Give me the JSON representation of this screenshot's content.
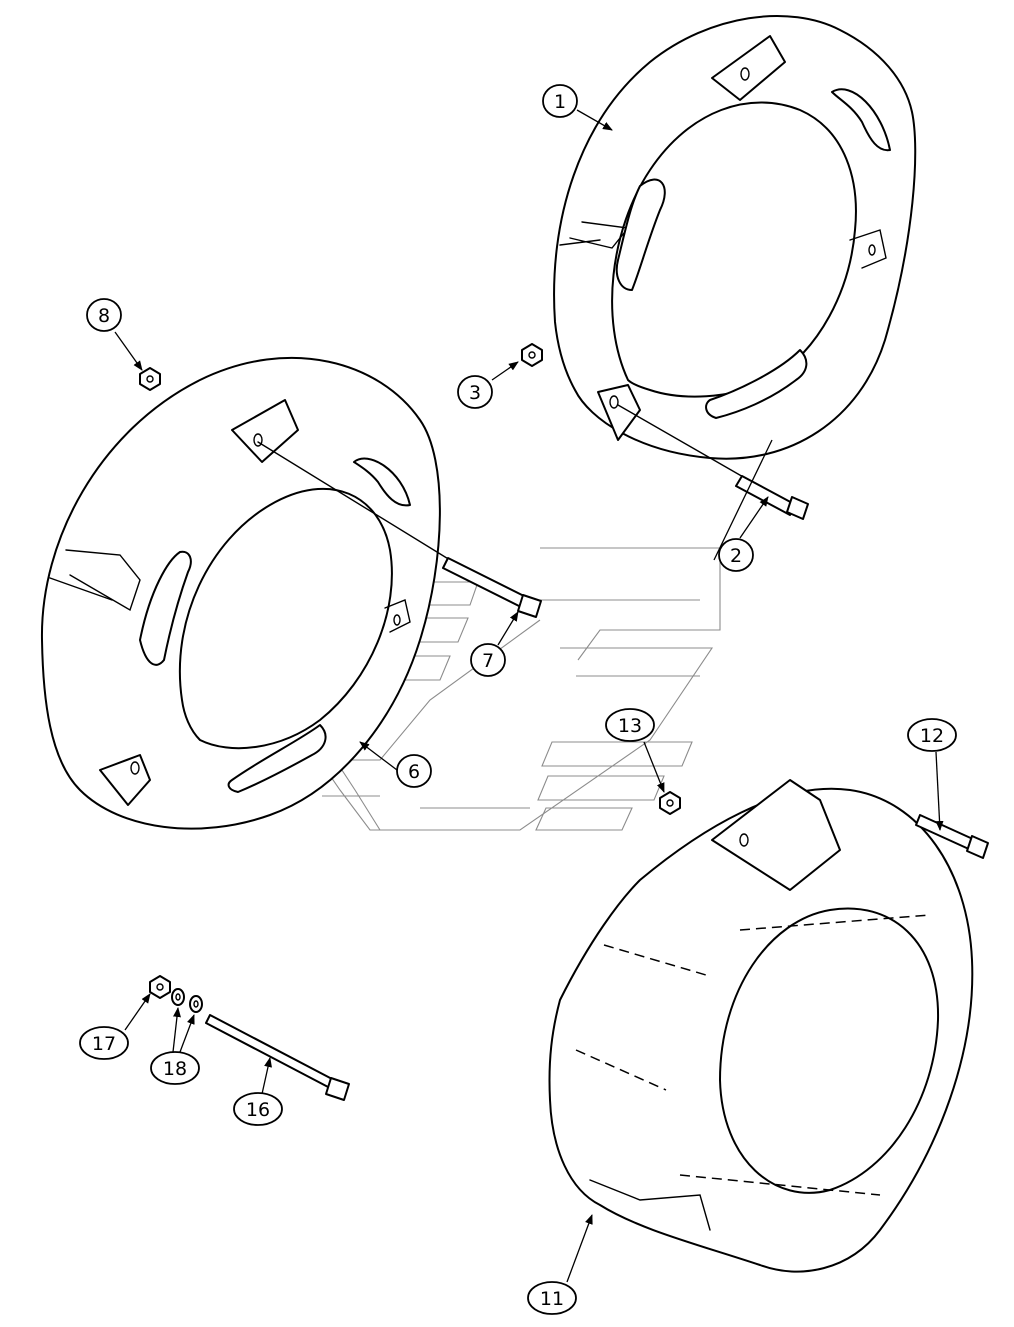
{
  "callouts": [
    {
      "id": "callout-1",
      "label": "1"
    },
    {
      "id": "callout-2",
      "label": "2"
    },
    {
      "id": "callout-3",
      "label": "3"
    },
    {
      "id": "callout-6",
      "label": "6"
    },
    {
      "id": "callout-7",
      "label": "7"
    },
    {
      "id": "callout-8",
      "label": "8"
    },
    {
      "id": "callout-11",
      "label": "11"
    },
    {
      "id": "callout-12",
      "label": "12"
    },
    {
      "id": "callout-13",
      "label": "13"
    },
    {
      "id": "callout-16",
      "label": "16"
    },
    {
      "id": "callout-17",
      "label": "17"
    },
    {
      "id": "callout-18",
      "label": "18"
    }
  ]
}
